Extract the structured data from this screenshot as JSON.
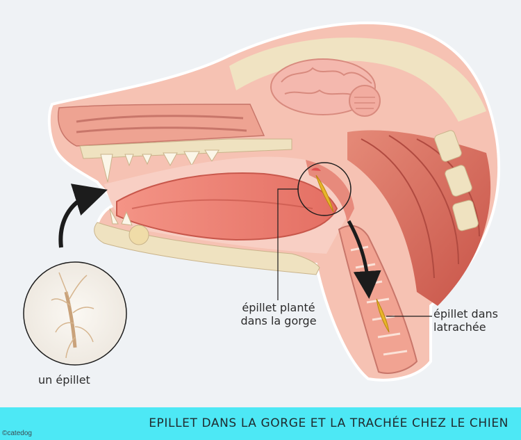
{
  "labels": {
    "throat_line1": "épillet planté",
    "throat_line2": "dans la gorge",
    "trachea_line1": "épillet dans",
    "trachea_line2": "latrachée",
    "spikelet": "un épillet"
  },
  "caption": "EPILLET DANS LA GORGE ET LA TRACHÉE CHEZ LE CHIEN",
  "copyright": "©catedog",
  "colors": {
    "background": "#eff2f5",
    "caption_bar": "#4de8f5",
    "skin": "#f3b6a6",
    "muscle": "#d9695a",
    "bone": "#efe2c0",
    "spikelet": "#e8b52a"
  }
}
